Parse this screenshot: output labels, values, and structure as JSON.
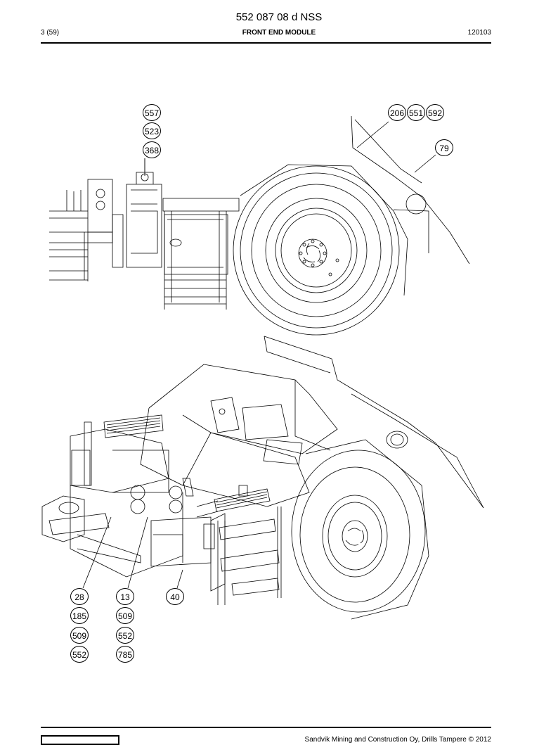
{
  "header": {
    "title": "552 087 08 d NSS",
    "page": "3 (59)",
    "section": "FRONT END MODULE",
    "code": "120103"
  },
  "callouts_top": [
    {
      "id": "c-557",
      "label": "557"
    },
    {
      "id": "c-523",
      "label": "523"
    },
    {
      "id": "c-368",
      "label": "368"
    },
    {
      "id": "c-206",
      "label": "206"
    },
    {
      "id": "c-551",
      "label": "551"
    },
    {
      "id": "c-592",
      "label": "592"
    },
    {
      "id": "c-79",
      "label": "79"
    }
  ],
  "callouts_bottom": [
    {
      "id": "c-28",
      "label": "28"
    },
    {
      "id": "c-185",
      "label": "185"
    },
    {
      "id": "c-509a",
      "label": "509"
    },
    {
      "id": "c-552a",
      "label": "552"
    },
    {
      "id": "c-13",
      "label": "13"
    },
    {
      "id": "c-509b",
      "label": "509"
    },
    {
      "id": "c-552b",
      "label": "552"
    },
    {
      "id": "c-785",
      "label": "785"
    },
    {
      "id": "c-40",
      "label": "40"
    }
  ],
  "footer": {
    "copyright": "Sandvik Mining and Construction Oy, Drills Tampere © 2012"
  }
}
